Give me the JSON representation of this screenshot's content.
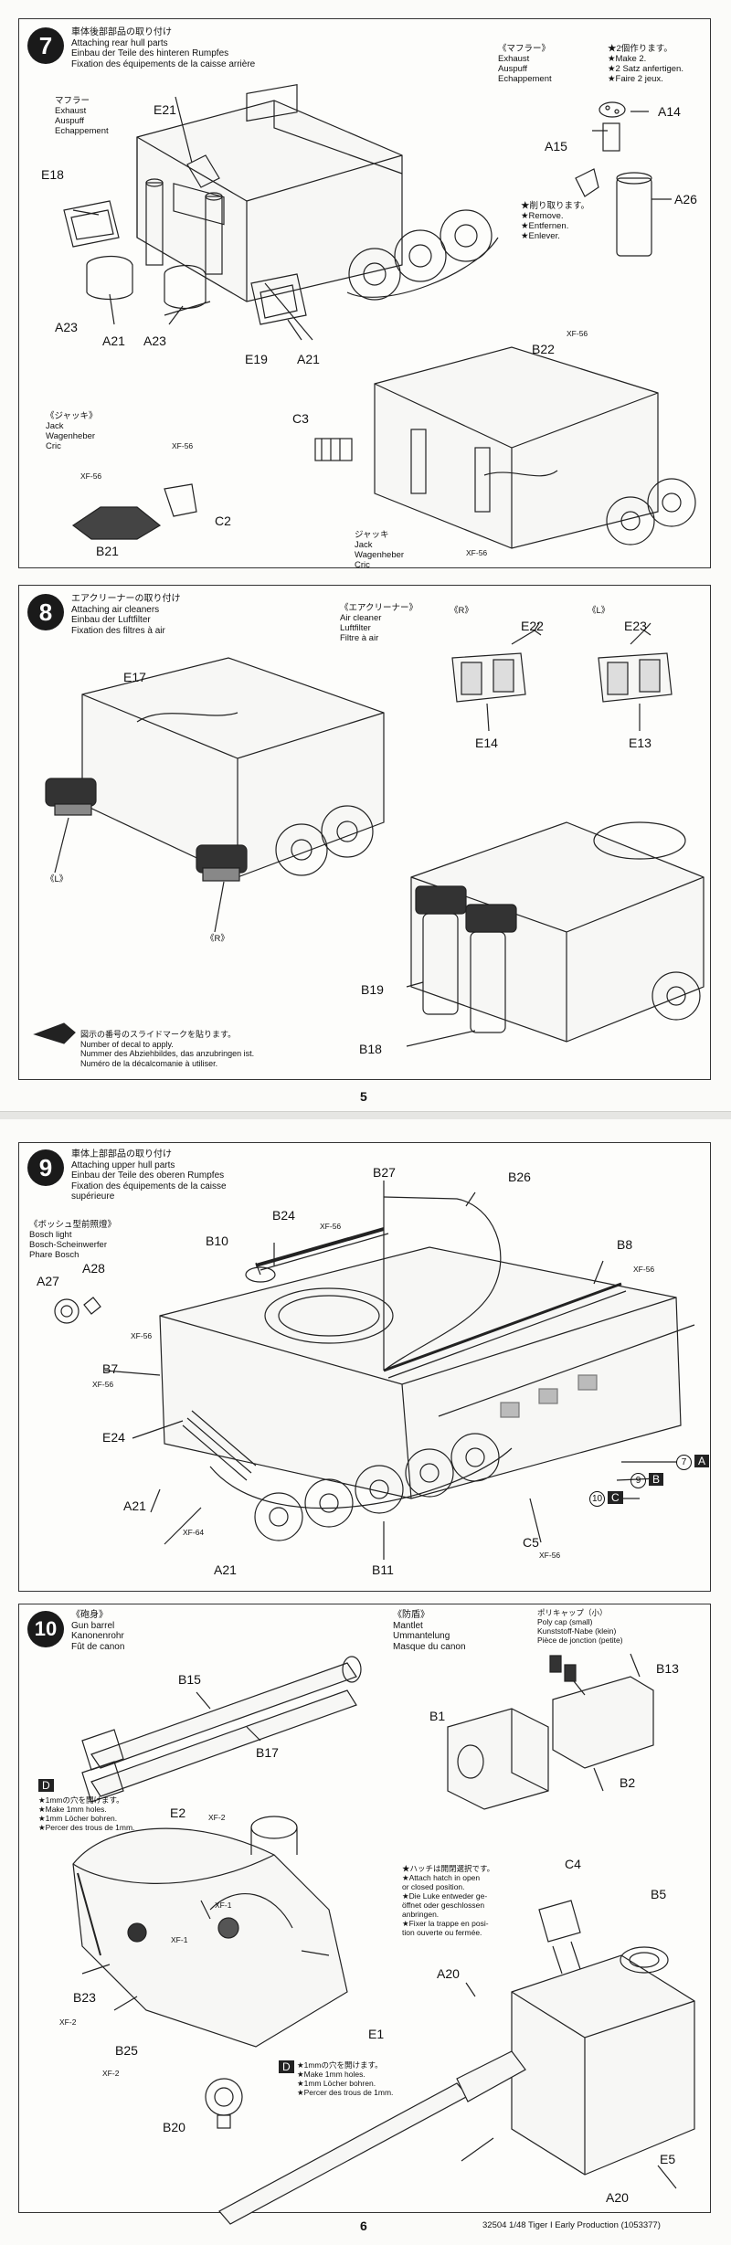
{
  "step7": {
    "number": "7",
    "title_jp": "車体後部部品の取り付け",
    "title_en": "Attaching rear hull parts",
    "title_de": "Einbau der Teile des hinteren Rumpfes",
    "title_fr": "Fixation des équipements de la caisse arrière",
    "muffler_jp": "マフラー",
    "muffler_en": "Exhaust",
    "muffler_de": "Auspuff",
    "muffler_fr": "Echappement",
    "muffler_box_title": "《マフラー》",
    "make2_jp": "★2個作ります。",
    "make2_en": "★Make 2.",
    "make2_de": "★2 Satz anfertigen.",
    "make2_fr": "★Faire 2 jeux.",
    "remove_jp": "★削り取ります。",
    "remove_en": "★Remove.",
    "remove_de": "★Entfernen.",
    "remove_fr": "★Enlever.",
    "jack_title": "《ジャッキ》",
    "jack_jp": "ジャッキ",
    "jack_en": "Jack",
    "jack_de": "Wagenheber",
    "jack_fr": "Cric",
    "labels": {
      "e21": "E21",
      "e18": "E18",
      "a23a": "A23",
      "a21a": "A21",
      "a23b": "A23",
      "e19": "E19",
      "a21b": "A21",
      "a14": "A14",
      "a15": "A15",
      "a26": "A26",
      "b22": "B22",
      "c3": "C3",
      "c2": "C2",
      "b21": "B21",
      "xf56a": "XF-56",
      "xf56b": "XF-56",
      "xf56c": "XF-56",
      "xf56d": "XF-56"
    }
  },
  "step8": {
    "number": "8",
    "title_jp": "エアクリーナーの取り付け",
    "title_en": "Attaching air cleaners",
    "title_de": "Einbau der Luftfilter",
    "title_fr": "Fixation des filtres à air",
    "box_title": "《エアクリーナー》",
    "box_en": "Air cleaner",
    "box_de": "Luftfilter",
    "box_fr": "Filtre à air",
    "r_label": "《R》",
    "l_label": "《L》",
    "labels": {
      "e22": "E22",
      "e23": "E23",
      "e14": "E14",
      "e13": "E13",
      "e17": "E17",
      "l": "《L》",
      "r": "《R》",
      "b19": "B19",
      "b18": "B18"
    },
    "decal_jp": "図示の番号のスライドマークを貼ります。",
    "decal_en": "Number of decal to apply.",
    "decal_de": "Nummer des Abziehbildes, das anzubringen ist.",
    "decal_fr": "Numéro de la décalcomanie à utiliser."
  },
  "page5": "5",
  "step9": {
    "number": "9",
    "title_jp": "車体上部部品の取り付け",
    "title_en": "Attaching upper hull parts",
    "title_de": "Einbau der Teile des oberen Rumpfes",
    "title_fr1": "Fixation des équipements de la caisse",
    "title_fr2": "supérieure",
    "bosch_jp": "《ボッシュ型前照燈》",
    "bosch_en": "Bosch light",
    "bosch_de": "Bosch-Scheinwerfer",
    "bosch_fr": "Phare Bosch",
    "labels": {
      "b27": "B27",
      "b26": "B26",
      "b24": "B24",
      "b10": "B10",
      "b8": "B8",
      "a27": "A27",
      "a28": "A28",
      "b7": "B7",
      "e24": "E24",
      "a21a": "A21",
      "a21b": "A21",
      "b11": "B11",
      "c5": "C5",
      "xf56a": "XF-56",
      "xf56b": "XF-56",
      "xf56c": "XF-56",
      "xf56d": "XF-56",
      "xf56e": "XF-56",
      "xf64": "XF-64"
    },
    "decal_a_num": "7",
    "decal_a": "A",
    "decal_b_num": "9",
    "decal_b": "B",
    "decal_c_num": "10",
    "decal_c": "C"
  },
  "step10": {
    "number": "10",
    "barrel_jp": "《砲身》",
    "barrel_en": "Gun barrel",
    "barrel_de": "Kanonenrohr",
    "barrel_fr": "Fût de canon",
    "mantlet_jp": "《防盾》",
    "mantlet_en": "Mantlet",
    "mantlet_de": "Ummantelung",
    "mantlet_fr": "Masque du canon",
    "polycap_jp": "ポリキャップ（小）",
    "polycap_en": "Poly cap (small)",
    "polycap_de": "Kunststoff-Nabe (klein)",
    "polycap_fr": "Pièce de jonction (petite)",
    "holes_jp": "★1mmの穴を開けます。",
    "holes_en": "★Make 1mm holes.",
    "holes_de": "★1mm Löcher bohren.",
    "holes_fr": "★Percer des trous de 1mm.",
    "hatch_jp": "★ハッチは開閉選択です。",
    "hatch_en1": "★Attach hatch in open",
    "hatch_en2": "or closed position.",
    "hatch_de1": "★Die Luke entweder ge-",
    "hatch_de2": "öffnet oder geschlossen",
    "hatch_de3": "anbringen.",
    "hatch_fr1": "★Fixer la trappe en posi-",
    "hatch_fr2": "tion ouverte ou fermée.",
    "d_marker": "D",
    "labels": {
      "b15": "B15",
      "b17": "B17",
      "b1": "B1",
      "b13": "B13",
      "b2": "B2",
      "e2": "E2",
      "c4": "C4",
      "b5": "B5",
      "a20a": "A20",
      "a20b": "A20",
      "b23": "B23",
      "b25": "B25",
      "b20": "B20",
      "e1": "E1",
      "e5": "E5",
      "xf2a": "XF-2",
      "xf2b": "XF-2",
      "xf2c": "XF-2",
      "xf1a": "XF-1",
      "xf1b": "XF-1"
    }
  },
  "page6": "6",
  "footer": "32504  1/48 Tiger I Early Production (1053377)"
}
